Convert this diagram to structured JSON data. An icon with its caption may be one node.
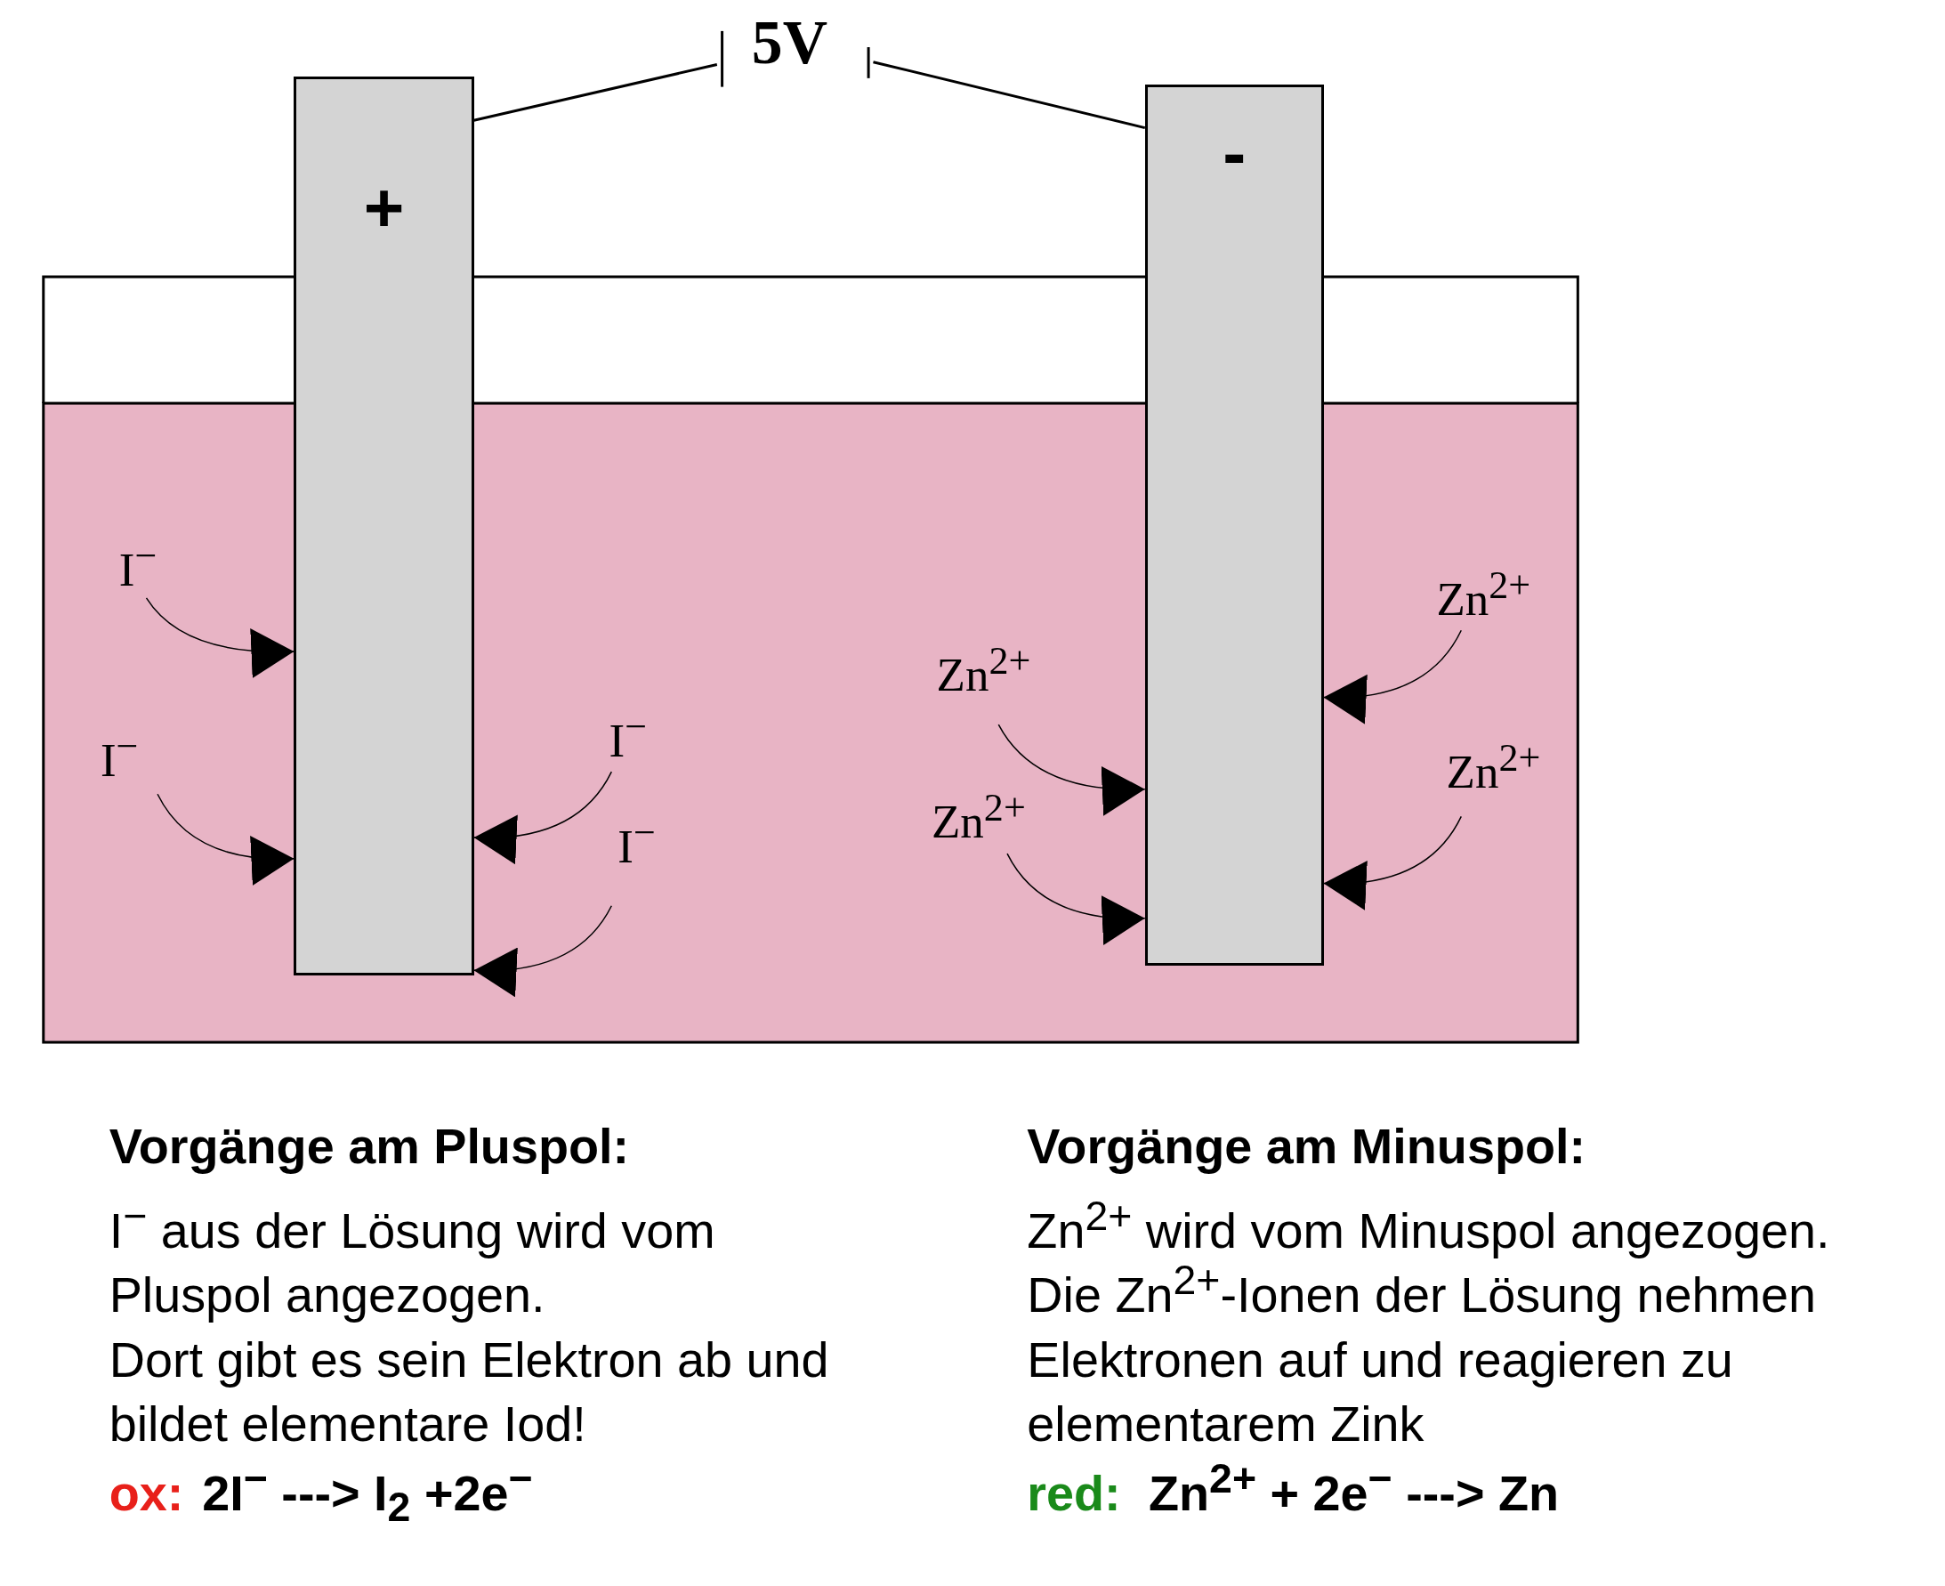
{
  "diagram": {
    "nodes": [
      {
        "text": [
          "+"
        ]
      },
      {
        "text": [
          "-"
        ]
      },
      {
        "text": [
          "5V"
        ]
      },
      {
        "text": [
          "I$^{−}$"
        ]
      },
      {
        "text": [
          "Zn$^{2+}$"
        ]
      },
      {
        "text": [
          "Zn$^{2+}$"
        ]
      },
      {
        "text": [
          "I$^{−}$"
        ]
      },
      {
        "text": [
          "I$^{−}$"
        ]
      },
      {
        "text": [
          "Zn$^{2+}$"
        ]
      },
      {
        "text": [
          "Zn$^{2+}$"
        ]
      },
      {
        "text": [
          "I$^{−}$"
        ]
      }
    ],
    "edges": [
      {
        "from": 2,
        "to": 0,
        "arrow": "none"
      },
      {
        "from": 2,
        "to": 1,
        "arrow": "none"
      },
      {
        "from": 3,
        "to": 0,
        "arrow": "to"
      },
      {
        "from": 4,
        "to": 1,
        "arrow": "to"
      },
      {
        "from": 5,
        "to": 1,
        "arrow": "to"
      },
      {
        "from": 6,
        "to": 0,
        "arrow": "to"
      },
      {
        "from": 7,
        "to": 0,
        "arrow": "to"
      },
      {
        "from": 8,
        "to": 1,
        "arrow": "to"
      },
      {
        "from": 9,
        "to": 1,
        "arrow": "to"
      },
      {
        "from": 10,
        "to": 0,
        "arrow": "to"
      }
    ],
    "labels": [
      "Vorgänge am Pluspol:",
      "I$^{−}$ aus der Lösung wird vom Pluspol angezogen.",
      "Dort gibt es sein Elektron ab und bildet elementare Iod!",
      "ox:",
      "2I$^{−}$ ---> I$_{2}$ +2e$^{−}$",
      "Vorgänge am Minuspol:",
      "Zn$^{2+}$ wird vom Minuspol angezogen.",
      "Die Zn$^{2+}$-Ionen der Lösung nehmen Elektronen auf und reagieren zu elementarem Zink",
      "red:",
      "Zn$^{2+}$ + 2e$^{−}$ ---> Zn"
    ]
  }
}
